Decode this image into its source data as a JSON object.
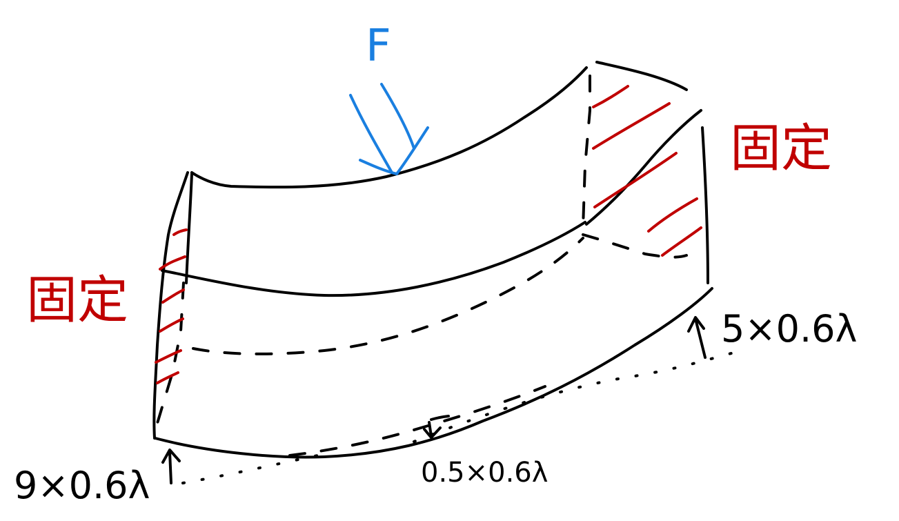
{
  "labels": {
    "force": "F",
    "fixed_left": "固定",
    "fixed_right": "固定",
    "dim_height": "5×0.6λ",
    "dim_length": "9×0.6λ",
    "dim_thickness": "0.5×0.6λ"
  },
  "colors": {
    "ink": "#000000",
    "constraint": "#c00000",
    "force": "#1a7fe0"
  }
}
